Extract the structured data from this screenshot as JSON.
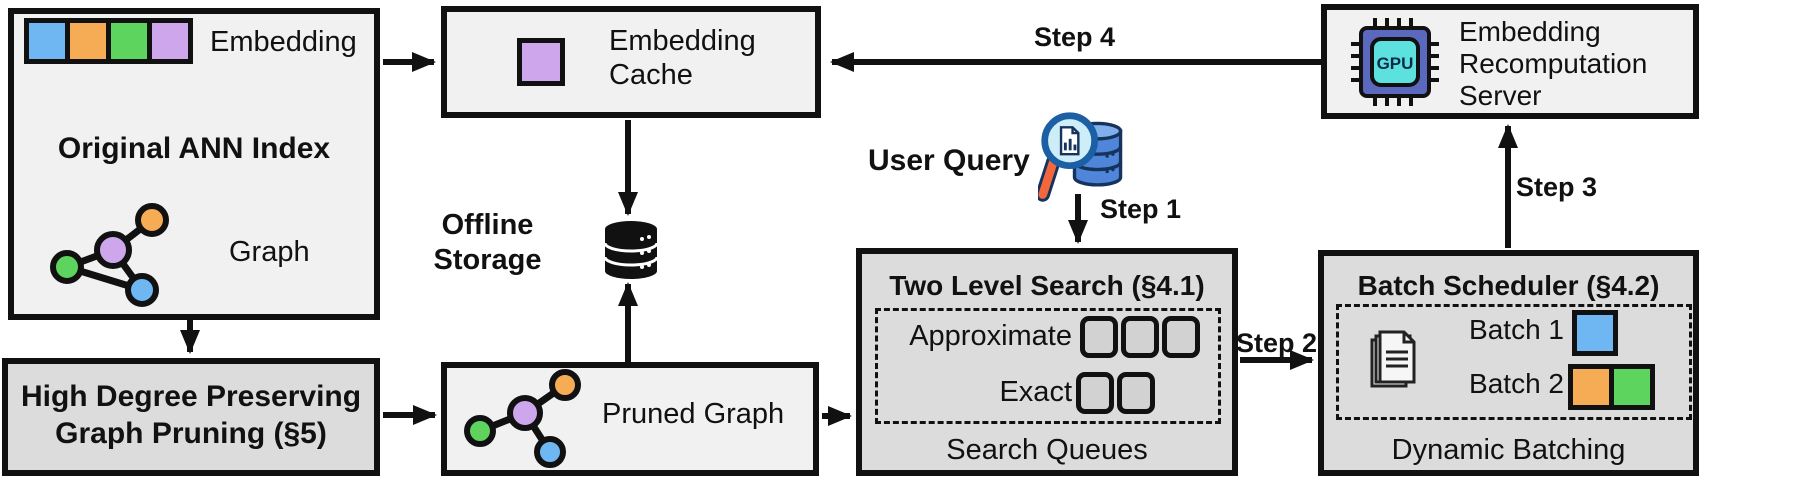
{
  "figure": {
    "original_ann_index": {
      "title": "Original ANN Index",
      "embedding_label": "Embedding",
      "graph_label": "Graph"
    },
    "high_degree_pruning": {
      "line1": "High Degree Preserving",
      "line2": "Graph Pruning (§5)"
    },
    "embedding_cache": {
      "label": "Embedding Cache"
    },
    "offline_storage": {
      "label": "Offline Storage"
    },
    "pruned_graph": {
      "label": "Pruned Graph"
    },
    "user_query": {
      "label": "User Query"
    },
    "steps": {
      "step1": "Step 1",
      "step2": "Step 2",
      "step3": "Step 3",
      "step4": "Step 4"
    },
    "two_level_search": {
      "title": "Two Level Search (§4.1)",
      "approximate_label": "Approximate",
      "exact_label": "Exact",
      "approximate_queue_count": 3,
      "exact_queue_count": 2,
      "footer": "Search Queues"
    },
    "batch_scheduler": {
      "title": "Batch Scheduler (§4.2)",
      "batch1_label": "Batch 1",
      "batch2_label": "Batch 2",
      "batch1_colors": [
        "blue"
      ],
      "batch2_colors": [
        "orange",
        "green"
      ],
      "footer": "Dynamic Batching"
    },
    "recomputation_server": {
      "label": "Embedding Recomputation Server",
      "chip_label": "GPU"
    },
    "colors": {
      "node_blue": "#6FB7F2",
      "node_orange": "#F6AC55",
      "node_green": "#5DD45D",
      "node_purple": "#CDA6EC",
      "box_light": "#F1F1F1",
      "box_dark": "#DCDCDC",
      "queue_fill": "#D2D2D2",
      "outline": "#111111",
      "gpu_chip_body": "#5A69BE",
      "gpu_chip_core": "#5CE1DE",
      "magnifier_rim": "#1D5FA5",
      "magnifier_glass": "#CDEEF8",
      "magnifier_handle": "#F2683C",
      "query_db_blue": "#4F86D9"
    }
  }
}
